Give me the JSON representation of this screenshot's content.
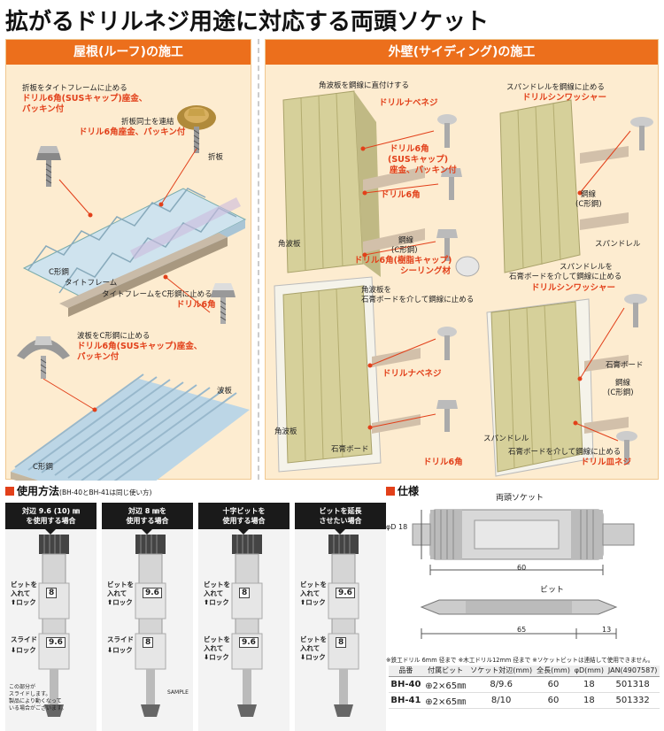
{
  "title": "拡がるドリルネジ用途に対応する両頭ソケット",
  "roof": {
    "head": "屋根(ルーフ)の施工",
    "l1a": "折板をタイトフレームに止める",
    "l1b": "ドリル6角(SUSキャップ)座金、",
    "l1c": "パッキン付",
    "l2a": "折板同士を連結",
    "l2b": "ドリル6角座金、パッキン付",
    "l3": "折板",
    "l4": "C形鋼",
    "l5": "タイトフレーム",
    "l6a": "タイトフレームをC形鋼に止める",
    "l6b": "ドリル6角",
    "l7a": "波板をC形鋼に止める",
    "l7b": "ドリル6角(SUSキャップ)座金、",
    "l7c": "パッキン付",
    "l8": "波板",
    "l9": "C形鋼"
  },
  "wall": {
    "head": "外壁(サイディング)の施工",
    "a1": "角波板を鋼線に直付けする",
    "a2": "ドリルナベネジ",
    "a3a": "ドリル6角",
    "a3b": "(SUSキャップ)",
    "a3c": "座金、パッキン付",
    "a4": "ドリル6角",
    "a5a": "鋼線",
    "a5b": "(C形鋼)",
    "a6": "ドリル6角(樹脂キャップ)",
    "a7": "シーリング材",
    "a8": "角波板",
    "b1": "スパンドレルを鋼線に止める",
    "b2": "ドリルシンワッシャー",
    "b3a": "鋼線",
    "b3b": "(C形鋼)",
    "b4": "スパンドレル",
    "c1a": "角波板を",
    "c1b": "石膏ボードを介して鋼線に止める",
    "c2": "ドリルナベネジ",
    "c3": "ドリル6角",
    "c4": "角波板",
    "c5": "石膏ボード",
    "d1a": "スパンドレルを",
    "d1b": "石膏ボードを介して鋼線に止める",
    "d2": "ドリルシンワッシャー",
    "d3": "石膏ボード",
    "d4a": "鋼線",
    "d4b": "(C形鋼)",
    "d5": "スパンドレル",
    "d6": "石膏ボードを介して鋼線に止める",
    "d7": "ドリル皿ネジ"
  },
  "usage": {
    "head": "使用方法",
    "note": "(BH-40とBH-41は同じ使い方)",
    "steps": [
      {
        "h1": "対辺 9.6 (10) ㎜",
        "h2": "を使用する場合",
        "lock1a": "ビットを",
        "lock1b": "入れて",
        "lock1c": "⬆ロック",
        "slide1": "スライド",
        "slide2": "⬇ロック",
        "mk1": "8",
        "mk2": "9.6",
        "c1": "この部分が",
        "c2": "スライドします。",
        "c3": "製品により動くなって",
        "c4": "いる場合がございます。"
      },
      {
        "h1": "対辺 8 ㎜を",
        "h2": "使用する場合",
        "lock1a": "ビットを",
        "lock1b": "入れて",
        "lock1c": "⬆ロック",
        "slide1": "スライド",
        "slide2": "⬇ロック",
        "mk1": "9.6",
        "mk2": "8",
        "side": "SAMPLE"
      },
      {
        "h1": "十字ビットを",
        "h2": "使用する場合",
        "lock1a": "ビットを",
        "lock1b": "入れて",
        "lock1c": "⬆ロック",
        "slide1": "ビットを",
        "slide1b": "入れて",
        "slide2": "⬇ロック",
        "mk1": "8",
        "mk2": "9.6"
      },
      {
        "h1": "ビットを延長",
        "h2": "させたい場合",
        "lock1a": "ビットを",
        "lock1b": "入れて",
        "lock1c": "⬆ロック",
        "slide1": "ビットを",
        "slide1b": "入れて",
        "slide2": "⬇ロック",
        "mk1": "9.6",
        "mk2": "8"
      }
    ]
  },
  "spec": {
    "head": "仕様",
    "socket": "両頭ソケット",
    "phiD": "φD 18",
    "len60": "60",
    "bit": "ビット",
    "len65": "65",
    "len13": "13",
    "note": "※鉄工ドリル 6mm 径まで ※木工ドリル12mm 径まで ※ソケットビットは連結して使用できません。",
    "cols": [
      "品番",
      "付属ビット",
      "ソケット対辺(mm)",
      "全長(mm)",
      "φD(mm)",
      "JAN(4907587)"
    ],
    "rows": [
      [
        "BH-40",
        "⊕2×65㎜",
        "8/9.6",
        "60",
        "18",
        "501318"
      ],
      [
        "BH-41",
        "⊕2×65㎜",
        "8/10",
        "60",
        "18",
        "501332"
      ]
    ]
  },
  "colors": {
    "orange": "#ec6f1c",
    "red": "#e2401a",
    "panel": "#fdecd0",
    "siding": "#d6d09a",
    "gray": "#999999"
  }
}
